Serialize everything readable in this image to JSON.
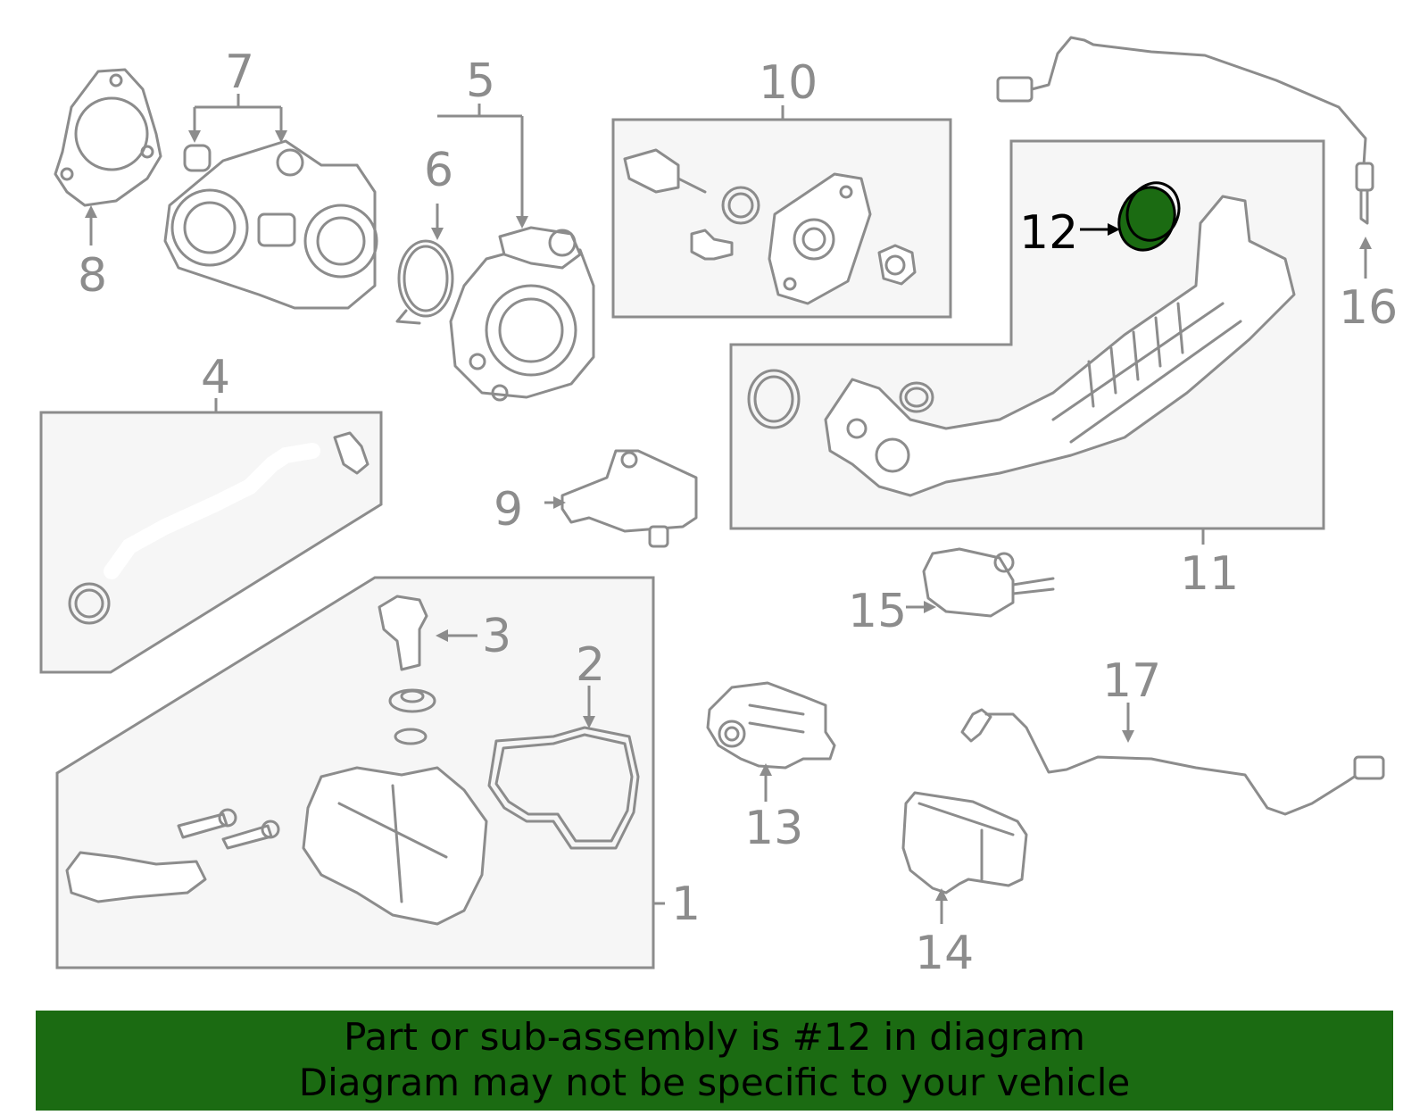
{
  "diagram": {
    "highlighted_part": "12",
    "callouts": {
      "c1": "1",
      "c2": "2",
      "c3": "3",
      "c4": "4",
      "c5": "5",
      "c6": "6",
      "c7": "7",
      "c8": "8",
      "c9": "9",
      "c10": "10",
      "c11": "11",
      "c12": "12",
      "c13": "13",
      "c14": "14",
      "c15": "15",
      "c16": "16",
      "c17": "17"
    },
    "colors": {
      "line": "#8c8c8c",
      "highlight": "#1b6b12",
      "box_fill": "#f6f6f6"
    }
  },
  "banner": {
    "line1": "Part or sub-assembly is #12 in diagram",
    "line2": "Diagram may not be specific to your vehicle"
  }
}
